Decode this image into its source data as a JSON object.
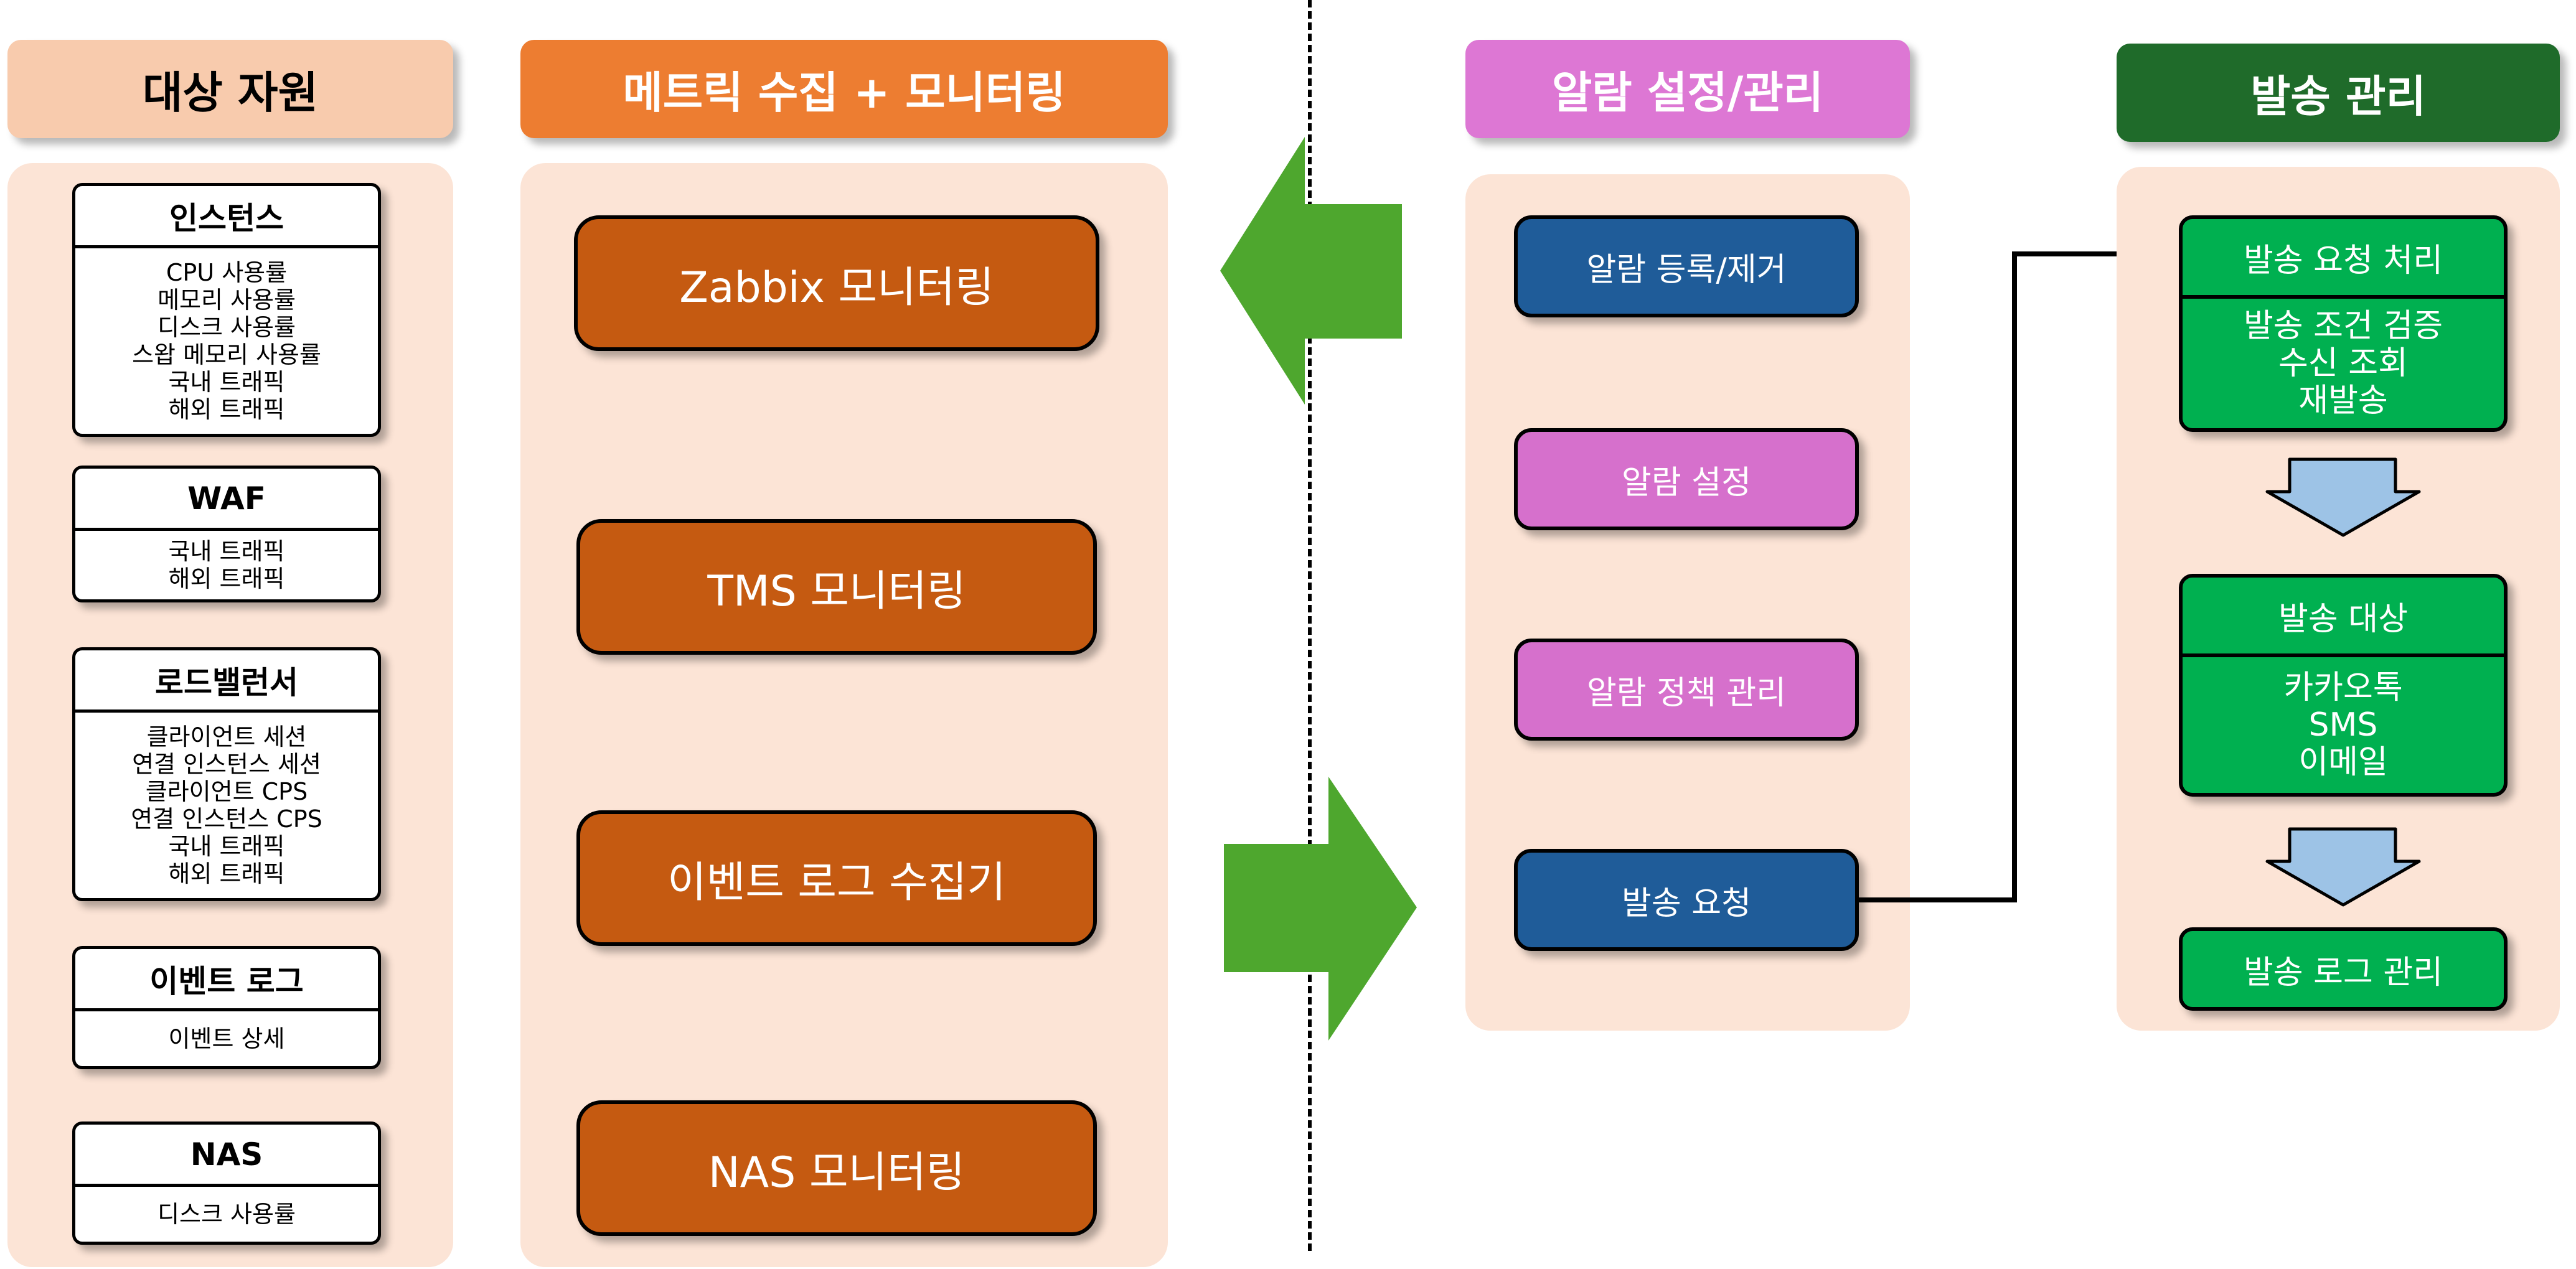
{
  "headers": {
    "resources": "대상 자원",
    "metrics": "메트릭 수집 + 모니터링",
    "alarms": "알람 설정/관리",
    "delivery": "발송 관리"
  },
  "resources": [
    {
      "title": "인스턴스",
      "items": [
        "CPU 사용률",
        "메모리 사용률",
        "디스크 사용률",
        "스왑 메모리 사용률",
        "국내 트래픽",
        "해외 트래픽"
      ]
    },
    {
      "title": "WAF",
      "items": [
        "국내 트래픽",
        "해외 트래픽"
      ]
    },
    {
      "title": "로드밸런서",
      "items": [
        "클라이언트 세션",
        "연결 인스턴스 세션",
        "클라이언트 CPS",
        "연결 인스턴스 CPS",
        "국내 트래픽",
        "해외 트래픽"
      ]
    },
    {
      "title": "이벤트 로그",
      "items": [
        "이벤트 상세"
      ]
    },
    {
      "title": "NAS",
      "items": [
        "디스크 사용률"
      ]
    }
  ],
  "monitors": [
    "Zabbix 모니터링",
    "TMS 모니터링",
    "이벤트 로그 수집기",
    "NAS 모니터링"
  ],
  "alarms": [
    "알람 등록/제거",
    "알람 설정",
    "알람 정책 관리",
    "발송 요청"
  ],
  "delivery": {
    "request": {
      "title": "발송 요청 처리",
      "items": [
        "발송 조건 검증",
        "수신 조회",
        "재발송"
      ]
    },
    "targets": {
      "title": "발송 대상",
      "items": [
        "카카오톡",
        "SMS",
        "이메일"
      ]
    },
    "log": "발송 로그 관리"
  },
  "colors": {
    "resources_header": "#f8cbad",
    "metrics_header": "#ed7d31",
    "alarms_header": "#dd77d4",
    "delivery_header": "#1f6b2a",
    "panel": "#fce4d6",
    "monitor_box": "#c55a11",
    "alarm_blue": "#1f5c99",
    "alarm_pink": "#d670cc",
    "delivery_green": "#00b050",
    "flow_arrow": "#4ea72e",
    "down_arrow": "#9dc3e6"
  }
}
